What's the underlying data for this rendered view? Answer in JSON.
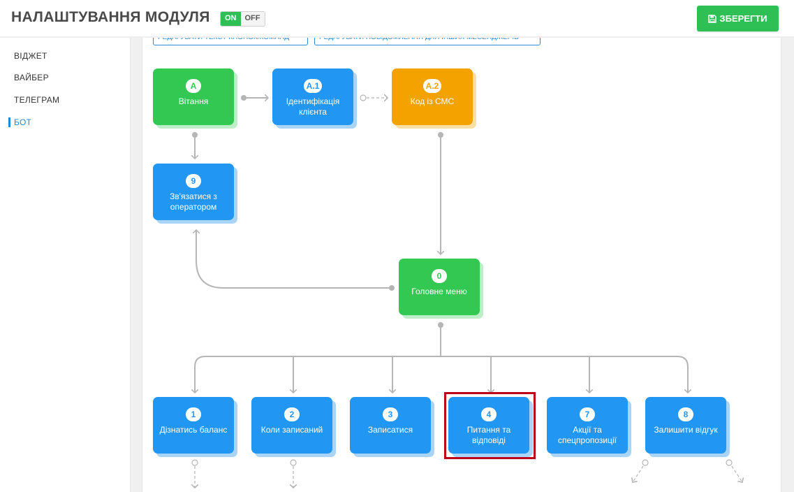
{
  "header": {
    "title": "НАЛАШТУВАННЯ МОДУЛЯ",
    "toggle_on": "ON",
    "toggle_off": "OFF",
    "save_label": "ЗБЕРЕГТИ"
  },
  "sidebar": {
    "items": [
      {
        "label": "ВІДЖЕТ"
      },
      {
        "label": "ВАЙБЕР"
      },
      {
        "label": "ТЕЛЕГРАМ"
      },
      {
        "label": "БОТ",
        "active": true
      }
    ]
  },
  "toolbar": {
    "edit_buttons_label": "РЕДАГУВАТИ ТЕКСТ КНОПОК/КОМАНД",
    "edit_messages_label": "РЕДАГУВАТИ ПОВІДОМЛЕННЯ ДЛЯ ІНШИХ МЕСЕНДЖЕРІВ"
  },
  "nodes": {
    "greeting": {
      "badge": "A",
      "label": "Вітання",
      "color": "#33c852"
    },
    "identification": {
      "badge": "A.1",
      "label": "Ідентифікація клієнта",
      "color": "#2196f3"
    },
    "sms_code": {
      "badge": "A.2",
      "label": "Код із СМС",
      "color": "#f4a200"
    },
    "operator": {
      "badge": "9",
      "label": "Зв'язатися з оператором",
      "color": "#2196f3"
    },
    "main_menu": {
      "badge": "0",
      "label": "Головне меню",
      "color": "#33c852"
    },
    "balance": {
      "badge": "1",
      "label": "Дізнатись баланс",
      "color": "#2196f3"
    },
    "when_booked": {
      "badge": "2",
      "label": "Коли записаний",
      "color": "#2196f3"
    },
    "sign_up": {
      "badge": "3",
      "label": "Записатися",
      "color": "#2196f3"
    },
    "faq": {
      "badge": "4",
      "label": "Питання та відповіді",
      "color": "#2196f3",
      "selected": true
    },
    "promotions": {
      "badge": "7",
      "label": "Акції та спецпропозиції",
      "color": "#2196f3"
    },
    "feedback": {
      "badge": "8",
      "label": "Залишити відгук",
      "color": "#2196f3"
    }
  },
  "colors": {
    "accent_green": "#2fc055",
    "accent_blue": "#1a8cd8",
    "selection_red": "#c0001a",
    "connector_gray": "#b5b5b5"
  }
}
